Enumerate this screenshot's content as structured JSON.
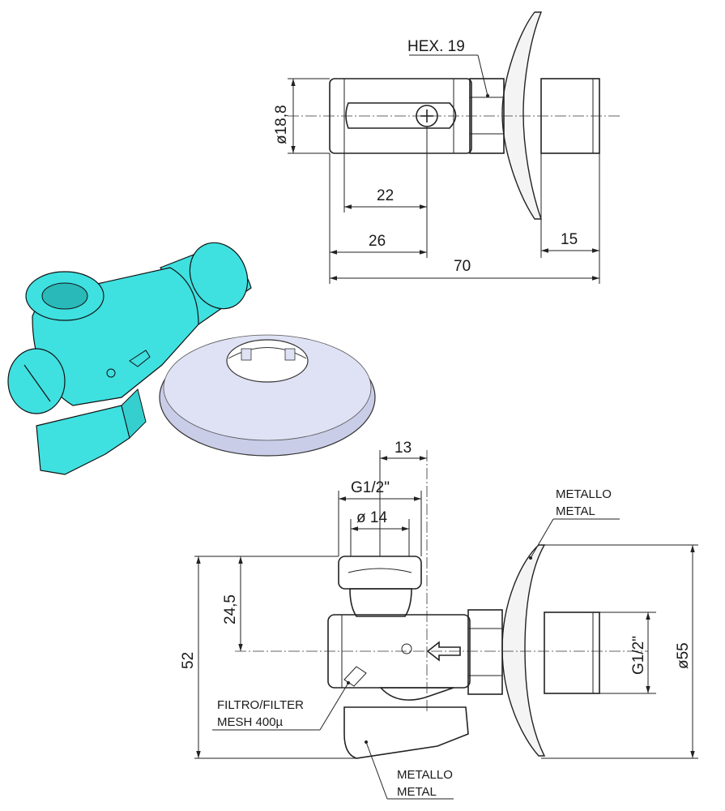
{
  "top_view": {
    "hex_label": "HEX. 19",
    "dim_diameter": "ø18,8",
    "dim_22": "22",
    "dim_26": "26",
    "dim_15": "15",
    "dim_70": "70"
  },
  "side_view": {
    "dim_13": "13",
    "thread_label": "G1/2\"",
    "dim_diameter_14": "ø 14",
    "dim_24_5": "24,5",
    "dim_52": "52",
    "dim_thread_right": "G1/2\"",
    "dim_diameter_55": "ø55",
    "note_metal_top_line1": "METALLO",
    "note_metal_top_line2": "METAL",
    "note_filter_line1": "FILTRO/FILTER",
    "note_filter_line2": "MESH 400µ",
    "note_metal_bottom_line1": "METALLO",
    "note_metal_bottom_line2": "METAL"
  },
  "colors": {
    "valve_body": "#3fe0e0",
    "rosette": "#c9cde8",
    "lines": "#222222"
  }
}
